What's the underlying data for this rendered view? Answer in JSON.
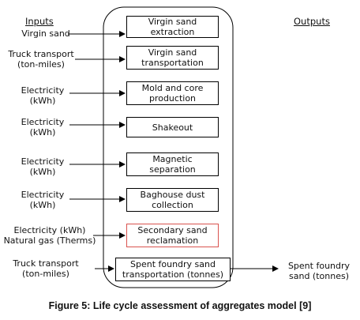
{
  "headers": {
    "inputs": "Inputs",
    "outputs": "Outputs"
  },
  "inputs": [
    {
      "label": "Virgin sand"
    },
    {
      "label": "Truck transport\n(ton-miles)"
    },
    {
      "label": "Electricity\n(kWh)"
    },
    {
      "label": "Electricity\n(kWh)"
    },
    {
      "label": "Electricity\n(kWh)"
    },
    {
      "label": "Electricity\n(kWh)"
    },
    {
      "label": "Electricity (kWh)\nNatural gas (Therms)"
    },
    {
      "label": "Truck transport\n(ton-miles)"
    }
  ],
  "processes": [
    {
      "label": "Virgin sand\nextraction"
    },
    {
      "label": "Virgin sand\ntransportation"
    },
    {
      "label": "Mold and core\nproduction"
    },
    {
      "label": "Shakeout"
    },
    {
      "label": "Magnetic\nseparation"
    },
    {
      "label": "Baghouse dust\ncollection"
    },
    {
      "label": "Secondary sand\nreclamation",
      "highlight": "#d9534f"
    },
    {
      "label": "Spent foundry sand\ntransportation (tonnes)"
    }
  ],
  "output": {
    "label": "Spent foundry\nsand (tonnes)"
  },
  "caption": "Figure 5: Life cycle assessment of aggregates model [9]"
}
